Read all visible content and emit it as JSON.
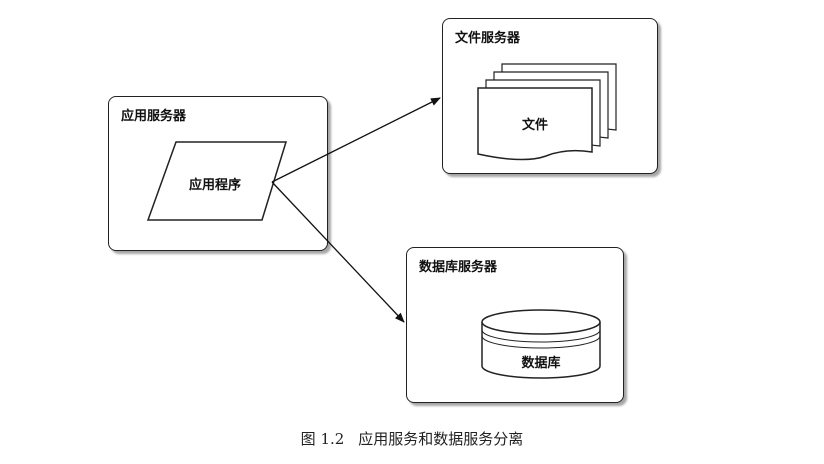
{
  "nodes": {
    "app_server": {
      "title": "应用服务器"
    },
    "app_program": {
      "label": "应用程序"
    },
    "file_server": {
      "title": "文件服务器"
    },
    "file_doc": {
      "label": "文件"
    },
    "db_server": {
      "title": "数据库服务器"
    },
    "database": {
      "label": "数据库"
    }
  },
  "edges": [
    {
      "from": "应用程序",
      "to": "文件服务器"
    },
    {
      "from": "应用程序",
      "to": "数据库服务器"
    }
  ],
  "caption": {
    "number": "图 1.2",
    "text": "应用服务和数据服务分离"
  }
}
